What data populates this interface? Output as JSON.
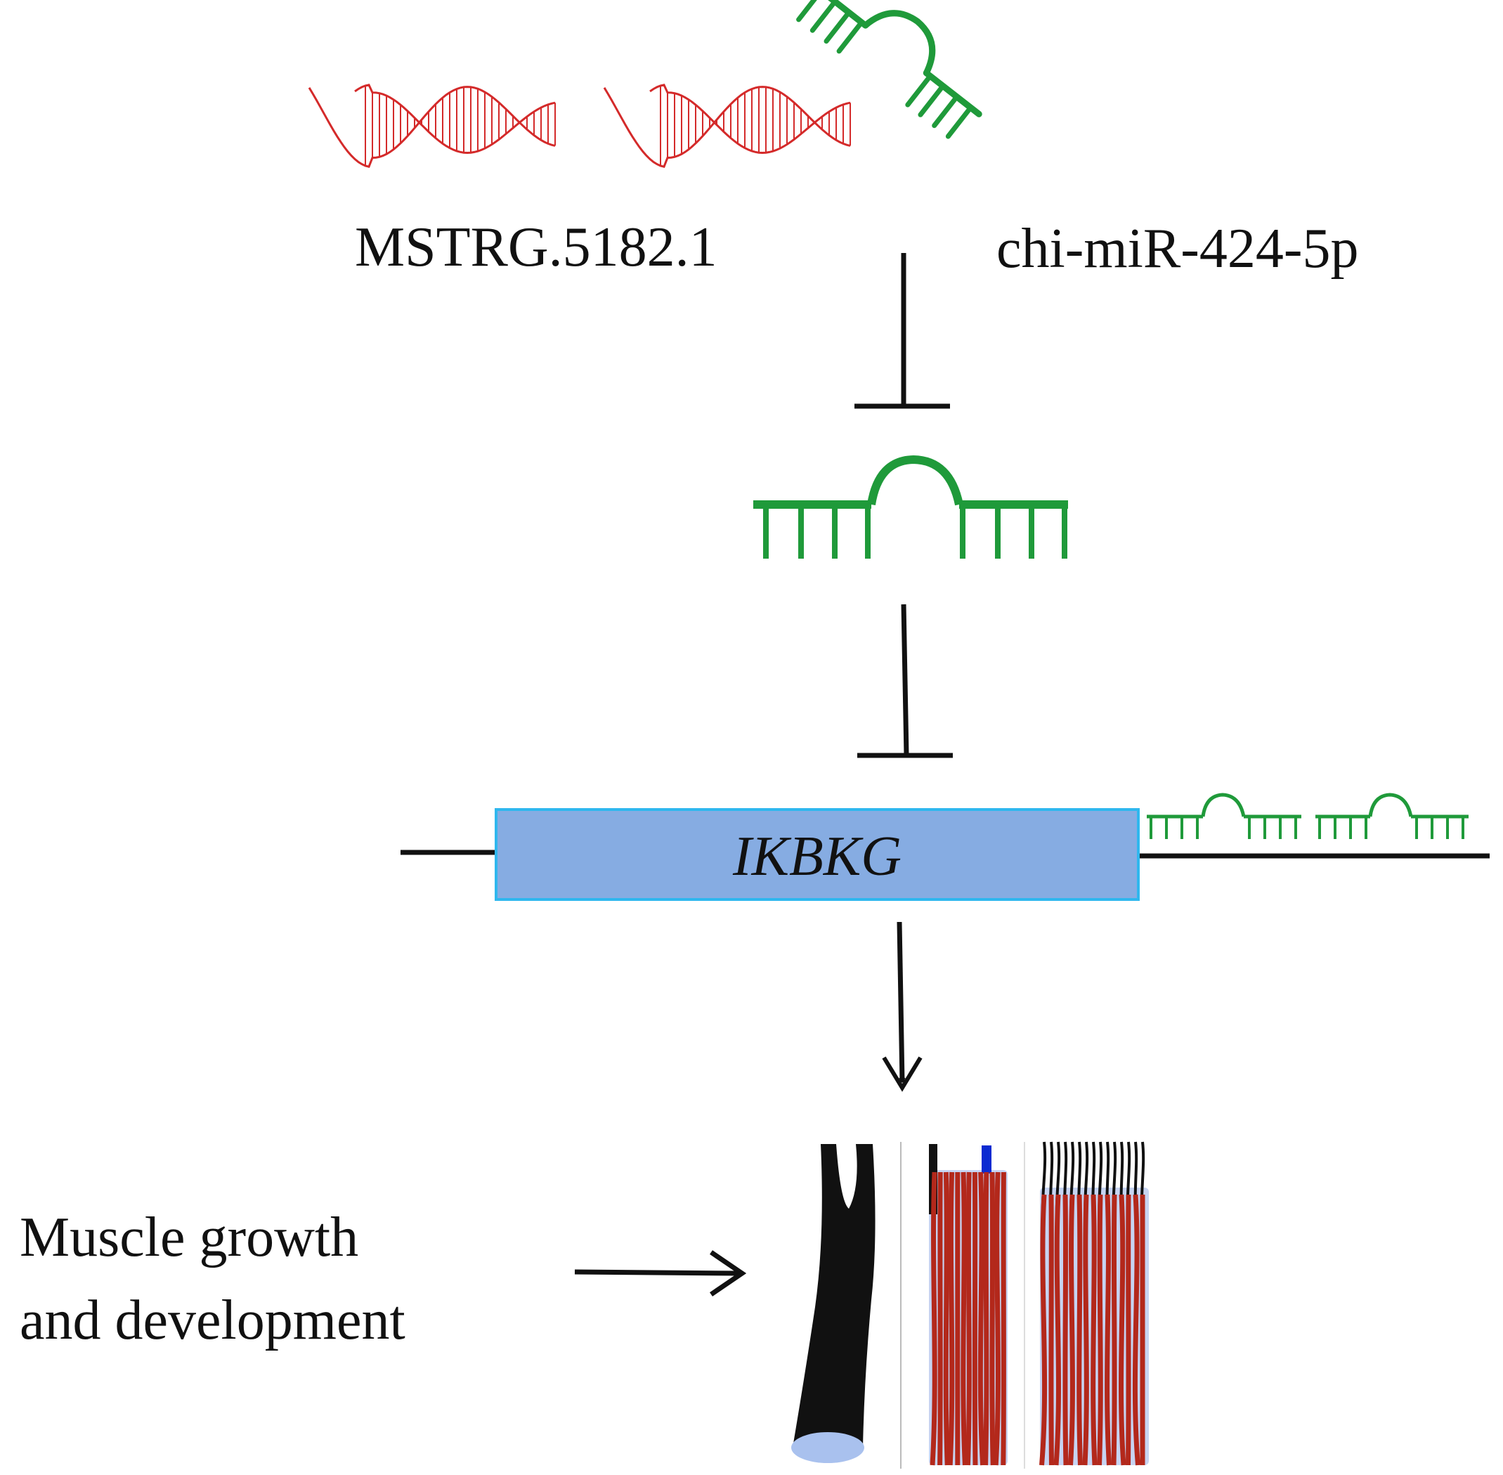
{
  "labels": {
    "lncrna": "MSTRG.5182.1",
    "mirna": "chi-miR-424-5p",
    "gene": "IKBKG",
    "outcome_line1": "Muscle growth",
    "outcome_line2": "and development"
  },
  "relations": [
    {
      "from": "chi-miR-424-5p (sponged by MSTRG.5182.1)",
      "to": "miRNA",
      "type": "inhibition"
    },
    {
      "from": "miRNA",
      "to": "IKBKG",
      "type": "inhibition"
    },
    {
      "from": "IKBKG",
      "to": "muscle fibers",
      "type": "activation"
    }
  ],
  "colors": {
    "lncrna": "#d42a2a",
    "mirna": "#1f9a3a",
    "gene_fill": "#86ace2",
    "gene_border": "#2fb7ee",
    "line": "#111111",
    "fiber_red": "#b3281b",
    "fiber_end": "#a9c1ee"
  },
  "icons": [
    "rna-helix-icon",
    "mirna-hairpin-icon",
    "muscle-fiber-icon"
  ]
}
